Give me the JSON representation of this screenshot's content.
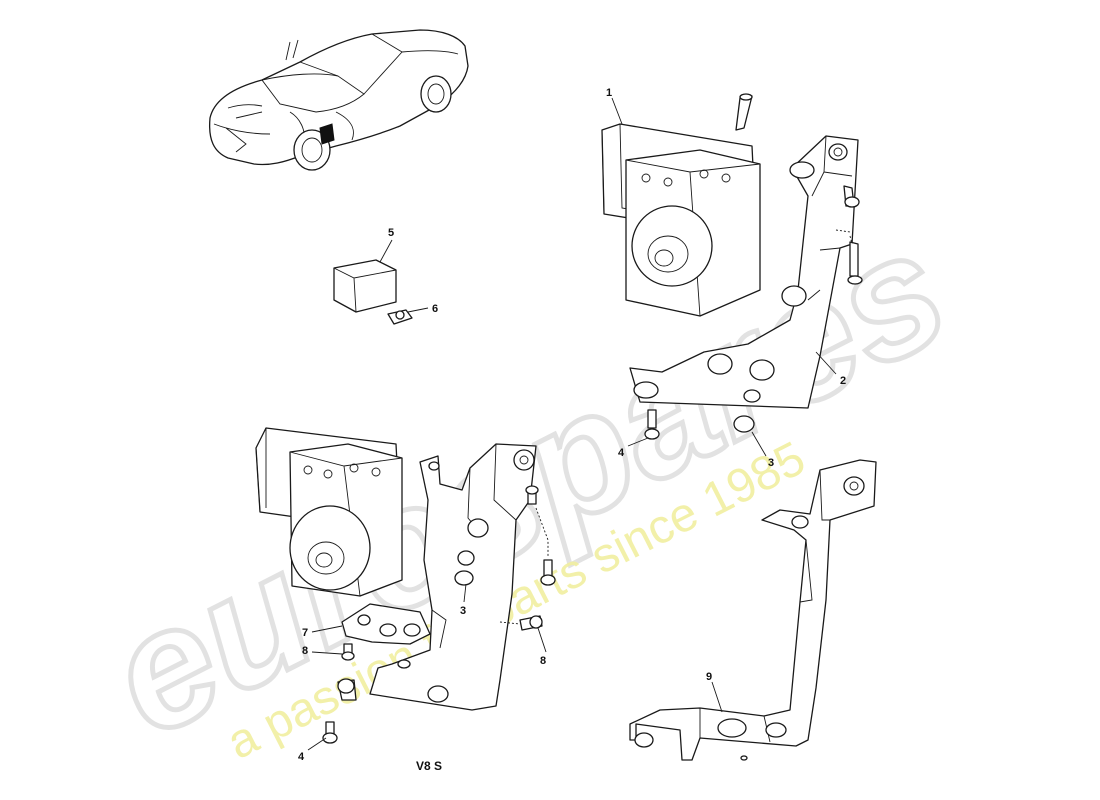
{
  "watermark": {
    "brand": "eurospares",
    "tagline": "a passion for parts since 1985"
  },
  "caption": "V8 S",
  "callouts": [
    {
      "id": "c1",
      "text": "1"
    },
    {
      "id": "c2",
      "text": "2"
    },
    {
      "id": "c3a",
      "text": "3"
    },
    {
      "id": "c4a",
      "text": "4"
    },
    {
      "id": "c5",
      "text": "5"
    },
    {
      "id": "c6",
      "text": "6"
    },
    {
      "id": "c3b",
      "text": "3"
    },
    {
      "id": "c7",
      "text": "7"
    },
    {
      "id": "c8a",
      "text": "8"
    },
    {
      "id": "c8b",
      "text": "8"
    },
    {
      "id": "c4b",
      "text": "4"
    },
    {
      "id": "c9",
      "text": "9"
    }
  ],
  "colors": {
    "line": "#1a1a1a",
    "watermark_outline": "#e2e2e2",
    "watermark_tagline": "#f1efa0",
    "background": "#ffffff"
  }
}
